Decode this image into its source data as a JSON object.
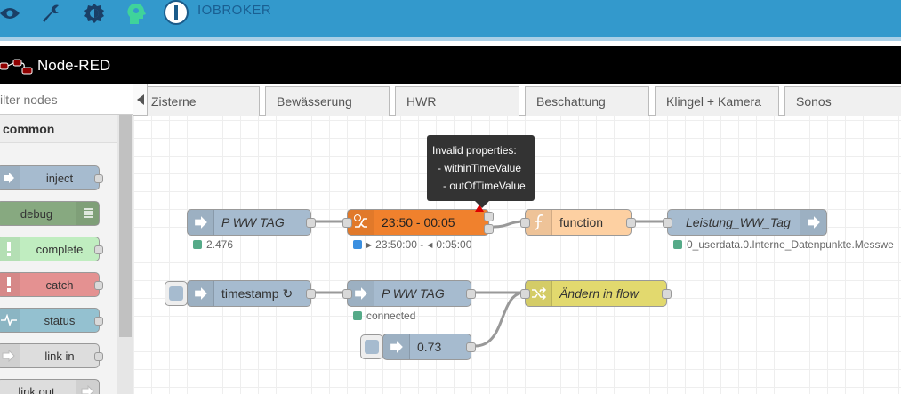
{
  "brand": {
    "name": "IOBROKER"
  },
  "header": {
    "title": "Node-RED"
  },
  "palette": {
    "filter_placeholder": "ilter nodes",
    "category": "common",
    "nodes": [
      {
        "label": "inject",
        "color": "#a6bbcf",
        "icon": "arrow-right-icon"
      },
      {
        "label": "debug",
        "color": "#87a980",
        "icon": "list-icon"
      },
      {
        "label": "complete",
        "color": "#c0edc0",
        "icon": "exclamation-icon"
      },
      {
        "label": "catch",
        "color": "#e49191",
        "icon": "exclamation-icon"
      },
      {
        "label": "status",
        "color": "#94c1d0",
        "icon": "pulse-icon"
      },
      {
        "label": "link in",
        "color": "#dddddd",
        "icon": "link-in-icon"
      },
      {
        "label": "link out",
        "color": "#dddddd",
        "icon": "link-out-icon"
      }
    ]
  },
  "tabs": [
    "Zisterne",
    "Bewässerung",
    "HWR",
    "Beschattung",
    "Klingel + Kamera",
    "Sonos"
  ],
  "tooltip": {
    "title": "Invalid properties:",
    "items": [
      "- withinTimeValue",
      "- outOfTimeValue"
    ]
  },
  "flow": {
    "n1": {
      "label": "P WW TAG",
      "status": "2.476"
    },
    "n2": {
      "label": "23:50 - 00:05",
      "status_start": "23:50:00 -",
      "status_end": "0:05:00"
    },
    "n3": {
      "label": "function"
    },
    "n4": {
      "label": "Leistung_WW_Tag",
      "status": "0_userdata.0.Interne_Datenpunkte.Messwe"
    },
    "n5": {
      "label": "timestamp ↻"
    },
    "n6": {
      "label": "P WW TAG",
      "status": "connected"
    },
    "n7": {
      "label": "Ändern in flow"
    },
    "n8": {
      "label": "0.73"
    }
  },
  "colors": {
    "topbar": "#3399CC",
    "switch_node": "#f0812d",
    "function_node": "#fdd0a2",
    "change_node": "#e2d96e",
    "iobroker_node": "#a6bbcf"
  }
}
